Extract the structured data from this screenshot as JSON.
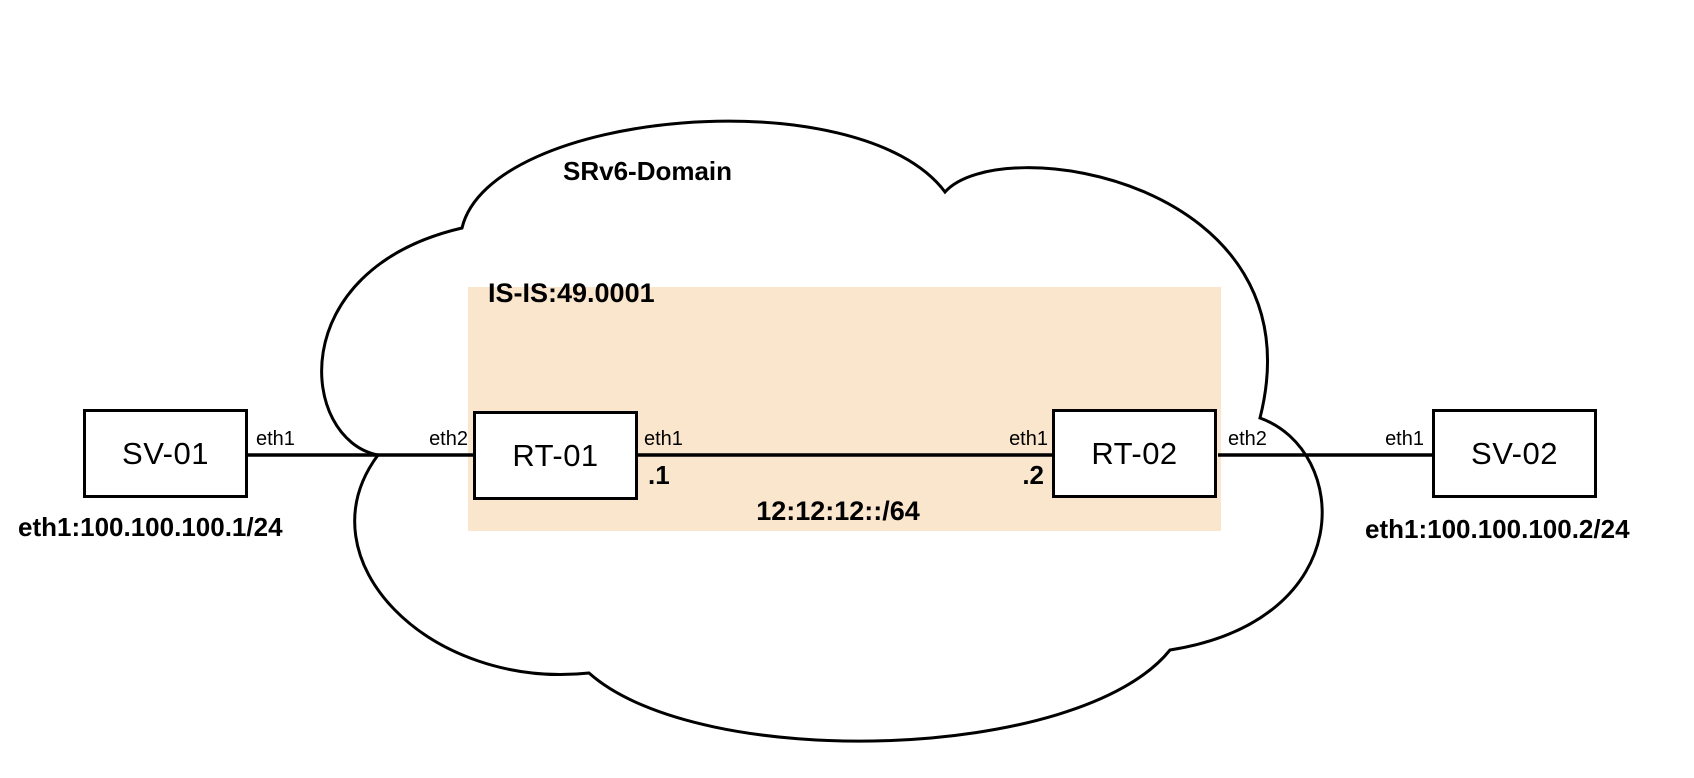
{
  "cloud": {
    "label": "SRv6-Domain"
  },
  "domain": {
    "label": "IS-IS:49.0001",
    "fill": "#FAE5CD"
  },
  "colors": {
    "line": "#000000",
    "background": "#FFFFFF"
  },
  "nodes": {
    "sv01": "SV-01",
    "rt01": "RT-01",
    "rt02": "RT-02",
    "sv02": "SV-02"
  },
  "interfaces": {
    "sv01_eth1": "eth1",
    "rt01_eth2": "eth2",
    "rt01_eth1": "eth1",
    "rt02_eth1": "eth1",
    "rt02_eth2": "eth2",
    "sv02_eth1": "eth1"
  },
  "addresses": {
    "sv01_ip": "eth1:100.100.100.1/24",
    "sv02_ip": "eth1:100.100.100.2/24",
    "rt01_link_suffix": ".1",
    "rt02_link_suffix": ".2",
    "link_subnet": "12:12:12::/64"
  }
}
